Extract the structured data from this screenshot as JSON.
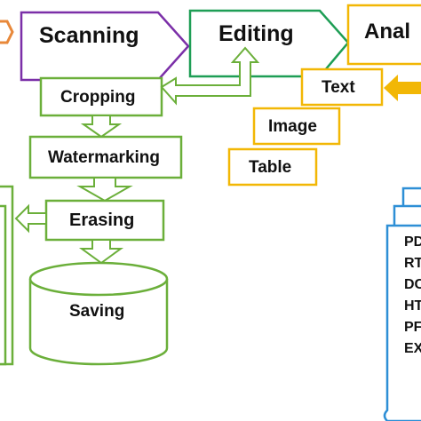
{
  "colors": {
    "orange": "#E8883A",
    "purple": "#7B2FA8",
    "green": "#6BAF3A",
    "gold": "#F2B705",
    "blue": "#2E8FD6"
  },
  "steps": {
    "scanning": "Scanning",
    "editing": "Editing",
    "analysis": "Anal"
  },
  "process": {
    "cropping": "Cropping",
    "watermarking": "Watermarking",
    "erasing": "Erasing",
    "saving": "Saving"
  },
  "edit_options": {
    "text": "Text",
    "image": "Image",
    "table": "Table"
  },
  "formats": [
    "PD",
    "RT",
    "DC",
    "HT",
    "PF",
    "EX"
  ]
}
